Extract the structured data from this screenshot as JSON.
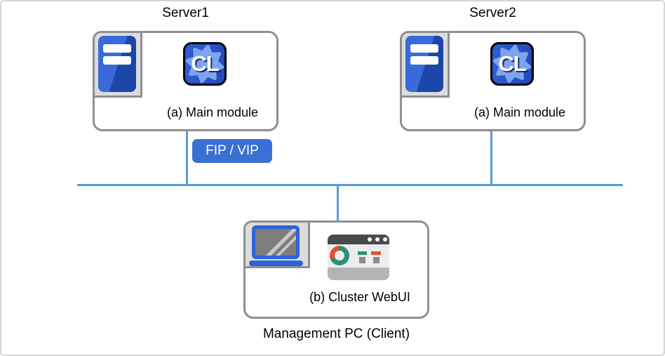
{
  "servers": [
    {
      "title": "Server1",
      "module_label": "(a) Main module",
      "app_icon_text": "CL"
    },
    {
      "title": "Server2",
      "module_label": "(a) Main module",
      "app_icon_text": "CL"
    }
  ],
  "network": {
    "badge_label": "FIP / VIP"
  },
  "management_pc": {
    "module_label": "(b) Cluster WebUI",
    "caption": "Management PC (Client)"
  },
  "colors": {
    "network_line_blue": "#5b9bd5",
    "badge_blue": "#3a6fd3",
    "laptop_blue": "#2e62d9",
    "server_tower_light_blue": "#3a6ad8",
    "server_tower_dark_blue": "#1c46a8",
    "cl_icon_blue": "#2a52c5",
    "cl_gear_light_blue": "#7da4ef",
    "donut_teal": "#2e8f78",
    "donut_red": "#e2502e",
    "box_border_gray": "#8f8f8f",
    "tray_gray": "#dcdcdc"
  }
}
